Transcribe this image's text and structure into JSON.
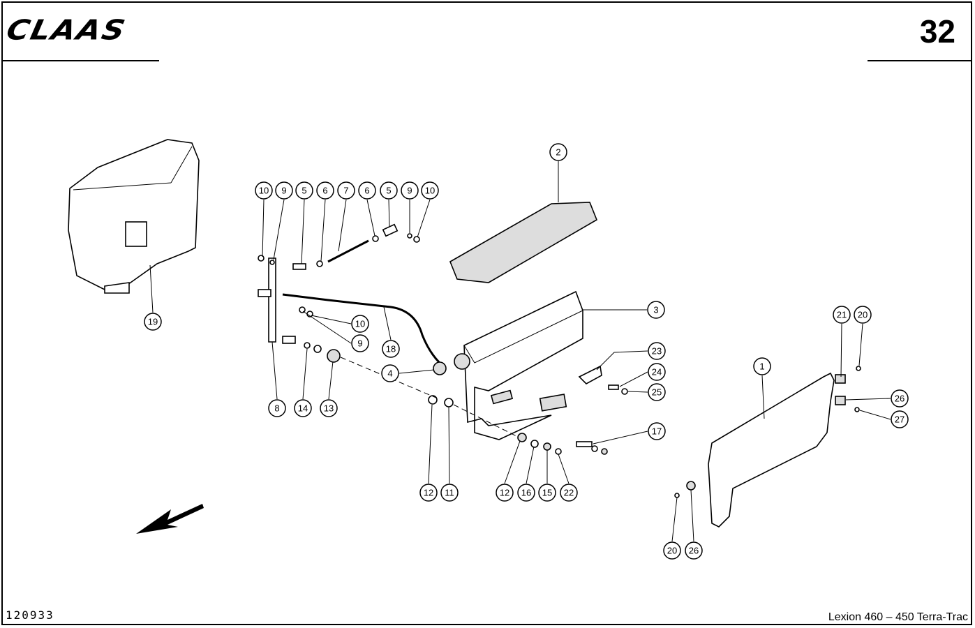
{
  "header": {
    "brand": "CLAAS",
    "page_number": "32"
  },
  "footer": {
    "drawing_code": "120933",
    "model": "Lexion 460 – 450 Terra-Trac"
  },
  "callouts": [
    "10",
    "9",
    "5",
    "6",
    "7",
    "6",
    "5",
    "9",
    "10",
    "2",
    "3",
    "10",
    "9",
    "18",
    "4",
    "8",
    "14",
    "13",
    "23",
    "24",
    "25",
    "21",
    "20",
    "1",
    "26",
    "27",
    "17",
    "12",
    "11",
    "12",
    "16",
    "15",
    "22",
    "19",
    "20",
    "26"
  ]
}
